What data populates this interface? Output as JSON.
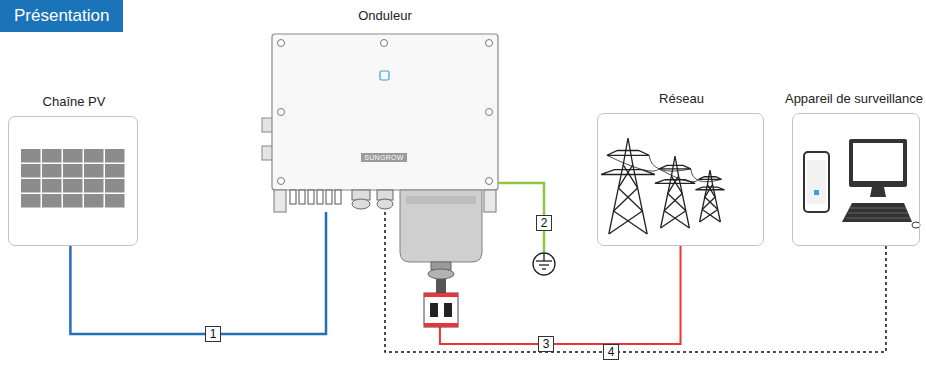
{
  "diagram": {
    "title": "Présentation",
    "nodes": [
      {
        "text": [
          "Chaîne PV"
        ]
      },
      {
        "text": [
          "Onduleur"
        ]
      },
      {
        "text": [
          "Réseau"
        ]
      },
      {
        "text": [
          "Appareil de surveillance"
        ]
      }
    ],
    "edges": [
      {
        "from": 0,
        "to": 1,
        "arrow": "none",
        "label": "1"
      },
      {
        "from": 1,
        "to": 2,
        "arrow": "none",
        "label": "3"
      },
      {
        "from": 1,
        "to": 3,
        "arrow": "none",
        "label": "4"
      }
    ],
    "labels": [
      "2",
      "SUNGROW"
    ]
  }
}
